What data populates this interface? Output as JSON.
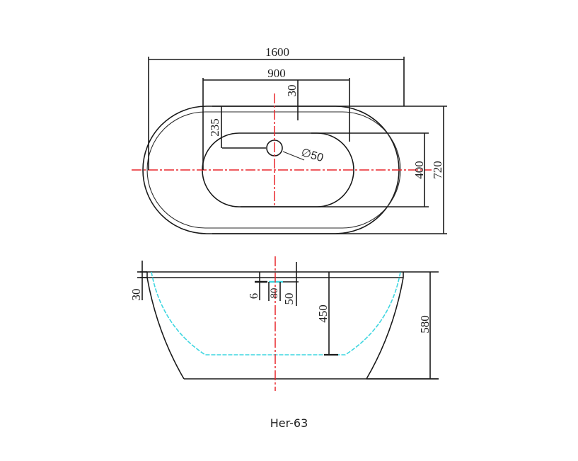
{
  "model": "Her-63",
  "colors": {
    "outline": "#1a1a1a",
    "centerline": "#e8262b",
    "water_level": "#3fd6e0",
    "background": "#ffffff"
  },
  "top_view": {
    "overall_length": "1600",
    "inner_length": "900",
    "rim_offset": "30",
    "drain_offset": "235",
    "drain_diameter": "∅50",
    "inner_width": "400",
    "overall_width": "720"
  },
  "side_view": {
    "rim_thickness": "30",
    "drain_depth": "6",
    "drain_width": "80",
    "drain_height": "50",
    "water_depth": "450",
    "overall_height": "580"
  }
}
